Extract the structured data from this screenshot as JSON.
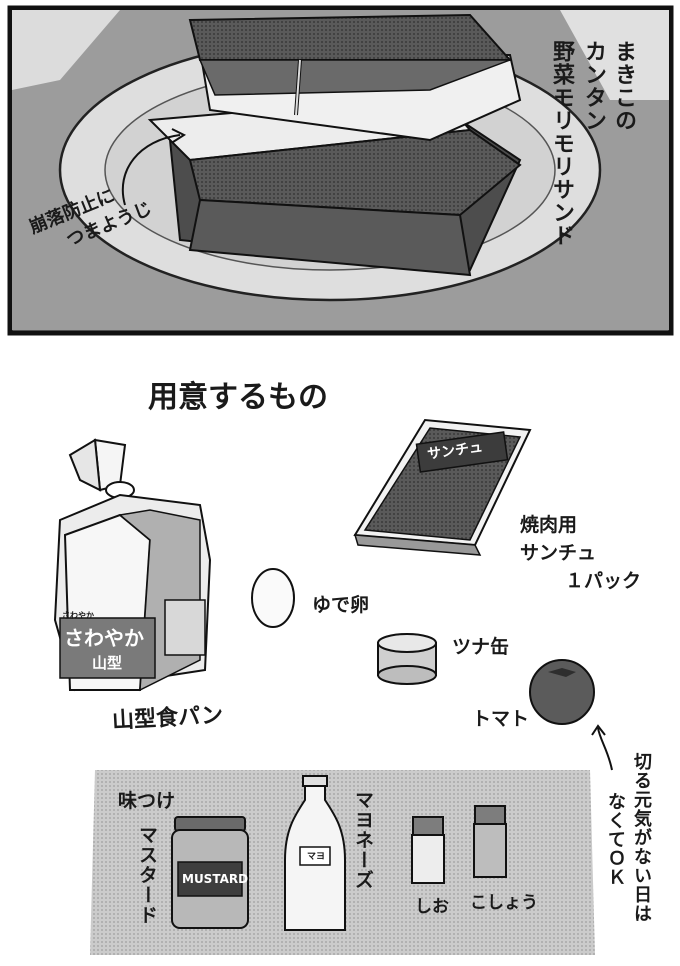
{
  "panel1": {
    "title_line1": "まきこの",
    "title_line2": "カンタン",
    "title_line3": "野菜モリモリサンド",
    "note_line1": "崩落防止に",
    "note_line2": "つまようじ"
  },
  "panel2": {
    "heading": "用意するもの",
    "lettuce_pack_label": "サンチュ",
    "lettuce_caption_line1": "焼肉用",
    "lettuce_caption_line2": "サンチュ",
    "lettuce_caption_line3": "１パック",
    "egg_label": "ゆで卵",
    "tuna_label": "ツナ缶",
    "tomato_label": "トマト",
    "tomato_note_line1": "切る元気がない日は",
    "tomato_note_line2": "なくてＯＫ",
    "bread_brand_small": "さわやか",
    "bread_brand": "さわやか",
    "bread_type": "山型",
    "bread_label": "山型食パン",
    "seasoning_heading": "味つけ",
    "mustard_label": "マスタード",
    "mustard_jar_text": "MUSTARD",
    "mayo_label": "マヨネーズ",
    "mayo_bottle_text": "マヨ",
    "salt_label": "しお",
    "pepper_label": "こしょう"
  },
  "colors": {
    "ink": "#1a1a1a",
    "panel_bg": "#9a9a9a",
    "plate": "#e8e8e8",
    "lettuce_dark": "#4a4a4a",
    "bread": "#ececec",
    "seasoning_bg": "#cfcfcf"
  }
}
